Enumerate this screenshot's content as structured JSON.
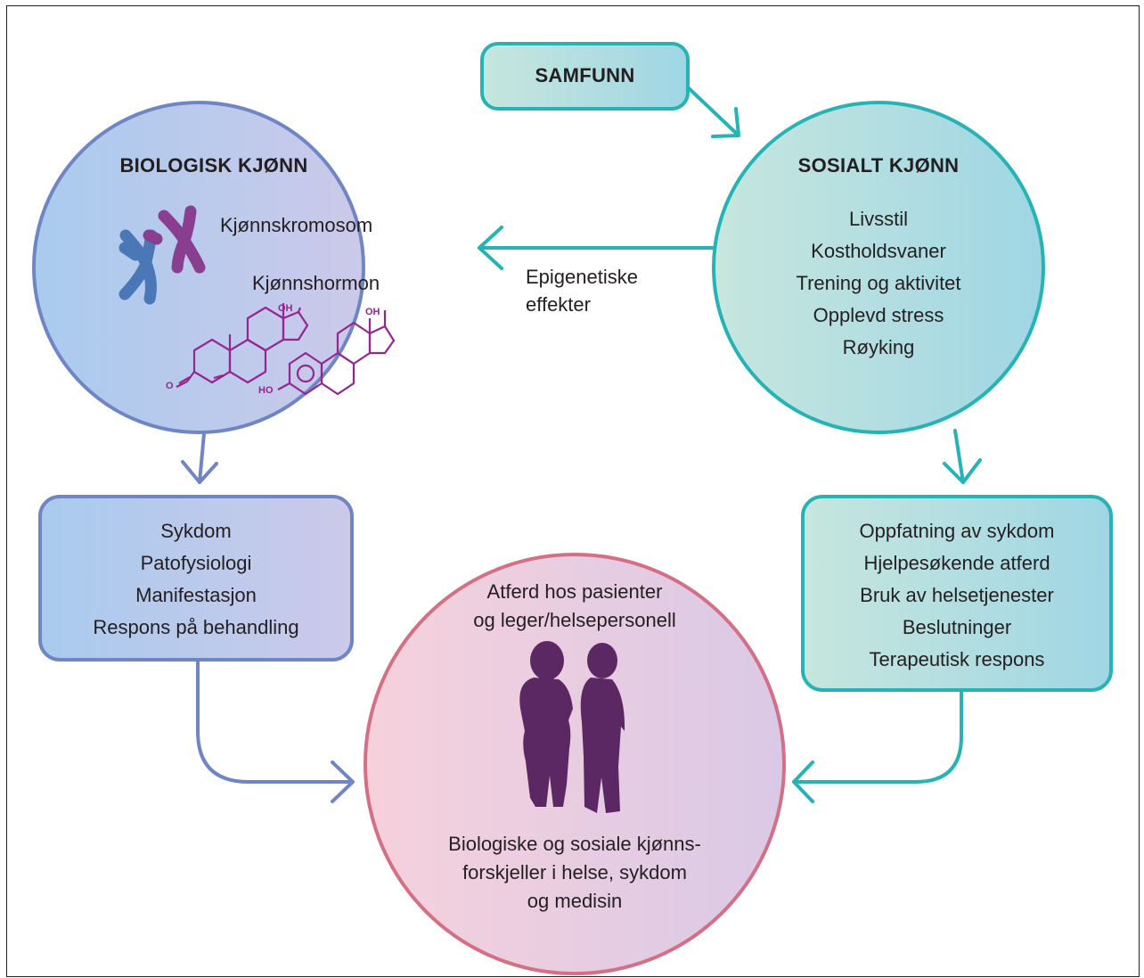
{
  "society": {
    "label": "SAMFUNN"
  },
  "biological": {
    "title": "BIOLOGISK KJØNN",
    "chromosome_label": "Kjønnskromosom",
    "hormone_label": "Kjønnshormon",
    "chem_oh_1": "OH",
    "chem_o": "O",
    "chem_oh_2": "OH",
    "chem_ho": "HO"
  },
  "social": {
    "title": "SOSIALT KJØNN",
    "items": [
      "Livsstil",
      "Kostholdsvaner",
      "Trening og aktivitet",
      "Opplevd stress",
      "Røyking"
    ]
  },
  "epigenetic": {
    "line1": "Epigenetiske",
    "line2": "effekter"
  },
  "bio_box": {
    "items": [
      "Sykdom",
      "Patofysiologi",
      "Manifestasjon",
      "Respons på behandling"
    ]
  },
  "social_box": {
    "items": [
      "Oppfatning av sykdom",
      "Hjelpesøkende atferd",
      "Bruk av helsetjenester",
      "Beslutninger",
      "Terapeutisk respons"
    ]
  },
  "center": {
    "top_lines": [
      "Atferd hos pasienter",
      "og leger/helsepersonell"
    ],
    "bottom_lines": [
      "Biologiske og sosiale kjønns-",
      "forskjeller i helse, sykdom",
      "og medisin"
    ]
  },
  "colors": {
    "bio_stroke": "#7086c4",
    "social_stroke": "#25b3b5",
    "center_stroke": "#d46f86",
    "figure": "#5c2863",
    "molecule": "#93278f",
    "chromosome_blue": "#4a78b7",
    "chromosome_purple": "#8a3e90"
  }
}
